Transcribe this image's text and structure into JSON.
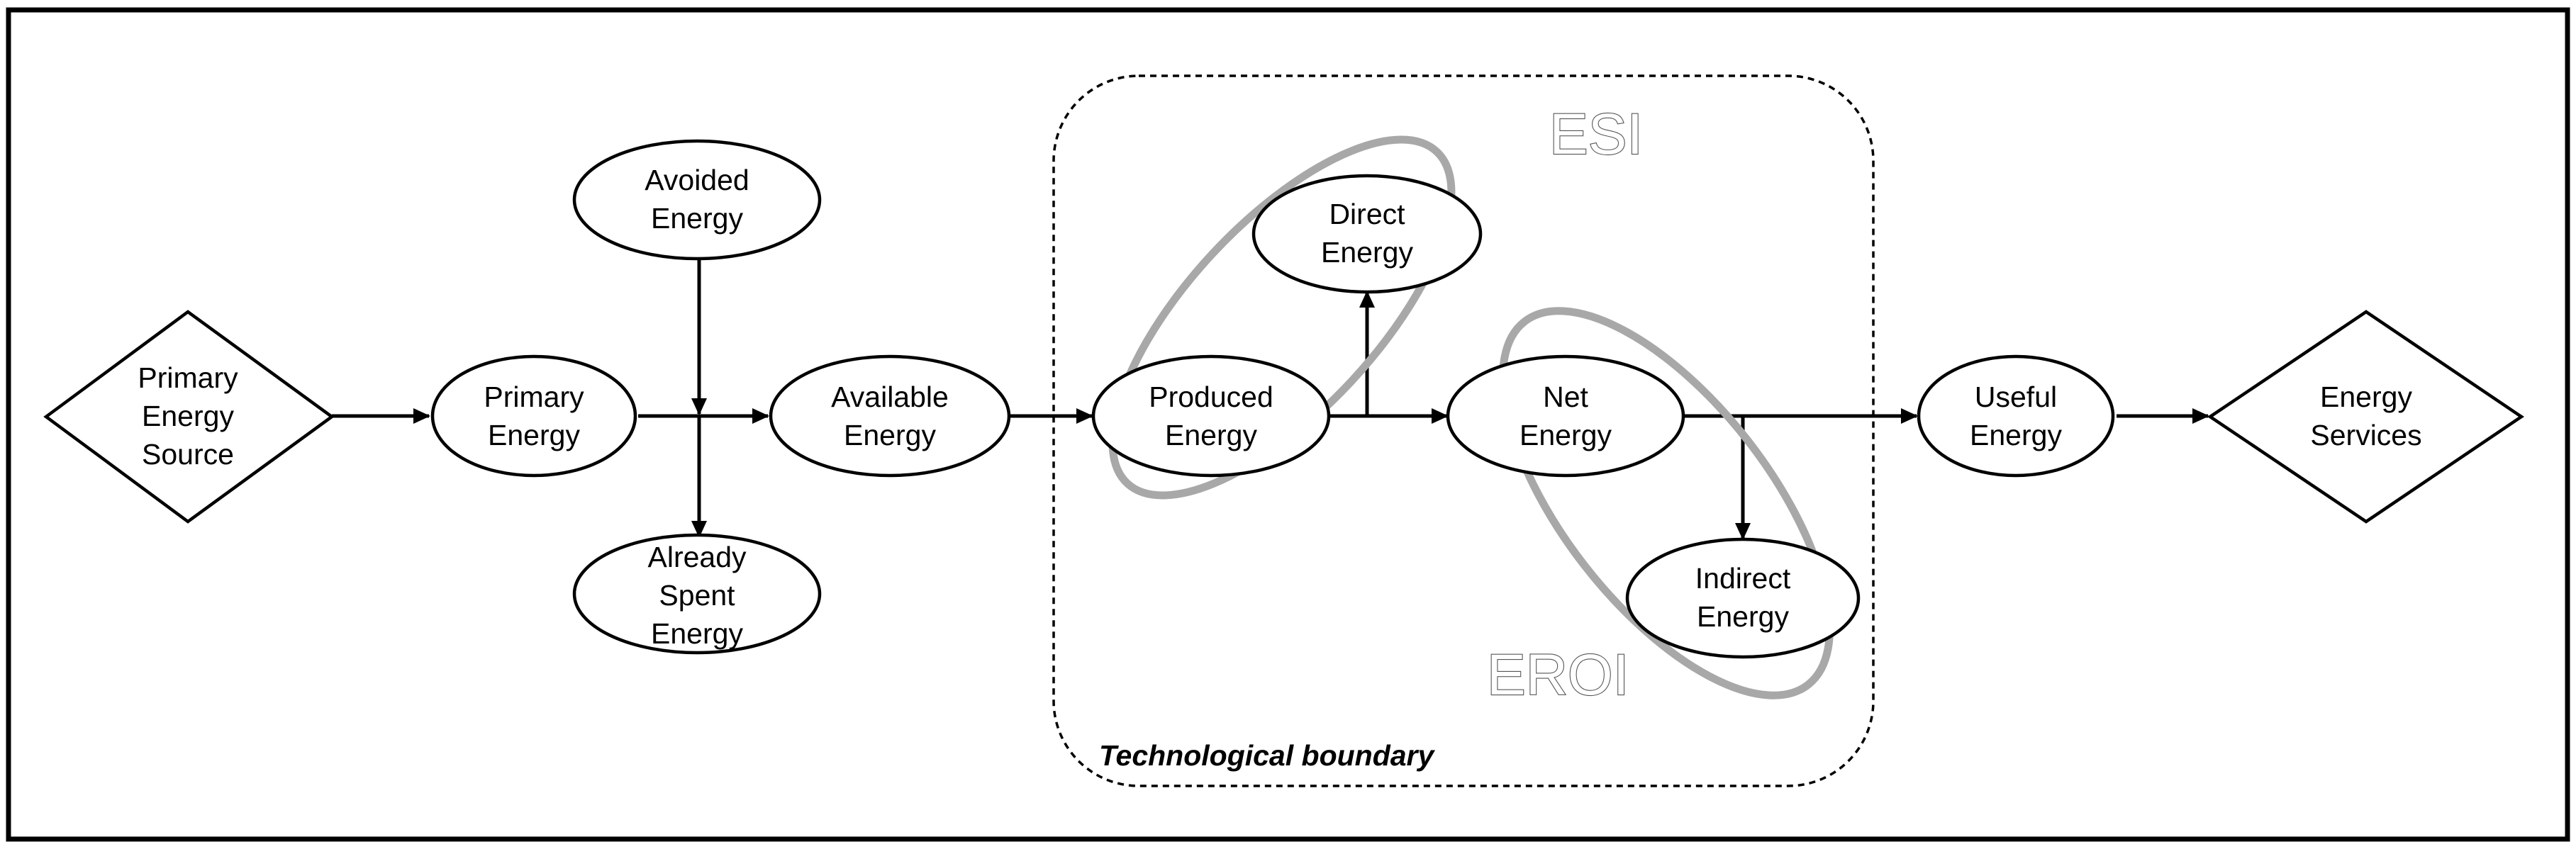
{
  "nodes": {
    "primary_energy_source": {
      "line1": "Primary",
      "line2": "Energy",
      "line3": "Source"
    },
    "primary_energy": {
      "line1": "Primary",
      "line2": "Energy"
    },
    "avoided_energy": {
      "line1": "Avoided",
      "line2": "Energy"
    },
    "already_spent_energy": {
      "line1": "Already",
      "line2": "Spent",
      "line3": "Energy"
    },
    "available_energy": {
      "line1": "Available",
      "line2": "Energy"
    },
    "produced_energy": {
      "line1": "Produced",
      "line2": "Energy"
    },
    "direct_energy": {
      "line1": "Direct",
      "line2": "Energy"
    },
    "net_energy": {
      "line1": "Net",
      "line2": "Energy"
    },
    "indirect_energy": {
      "line1": "Indirect",
      "line2": "Energy"
    },
    "useful_energy": {
      "line1": "Useful",
      "line2": "Energy"
    },
    "energy_services": {
      "line1": "Energy",
      "line2": "Services"
    }
  },
  "labels": {
    "esi": "ESI",
    "eroi": "EROI",
    "boundary": "Technological  boundary"
  },
  "colors": {
    "frame": "#000000",
    "highlight_ellipse": "#a8a8a8",
    "label_fill": "#ffffff",
    "label_outline": "#555555"
  }
}
